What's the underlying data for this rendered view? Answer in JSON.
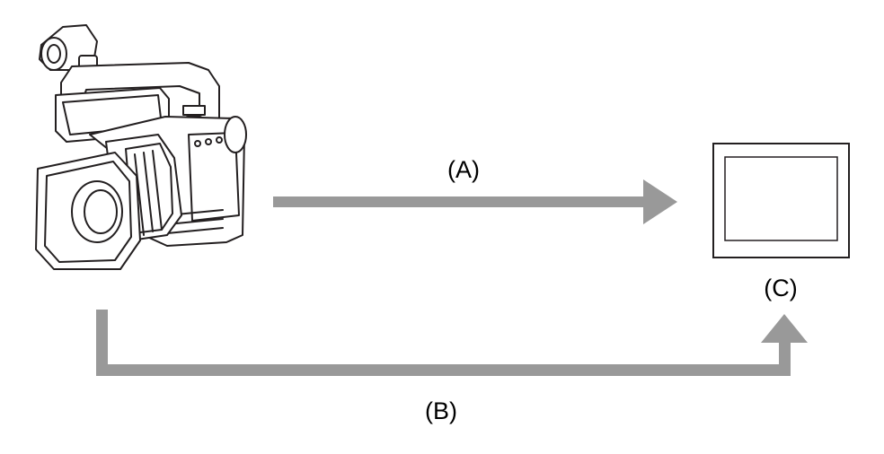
{
  "labels": {
    "arrow_a": "(A)",
    "arrow_b": "(B)",
    "monitor": "(C)"
  },
  "colors": {
    "arrow": "#999999",
    "line": "#231f20",
    "background": "#ffffff"
  },
  "icons": {
    "source": "camcorder-icon",
    "destination": "monitor-icon"
  }
}
